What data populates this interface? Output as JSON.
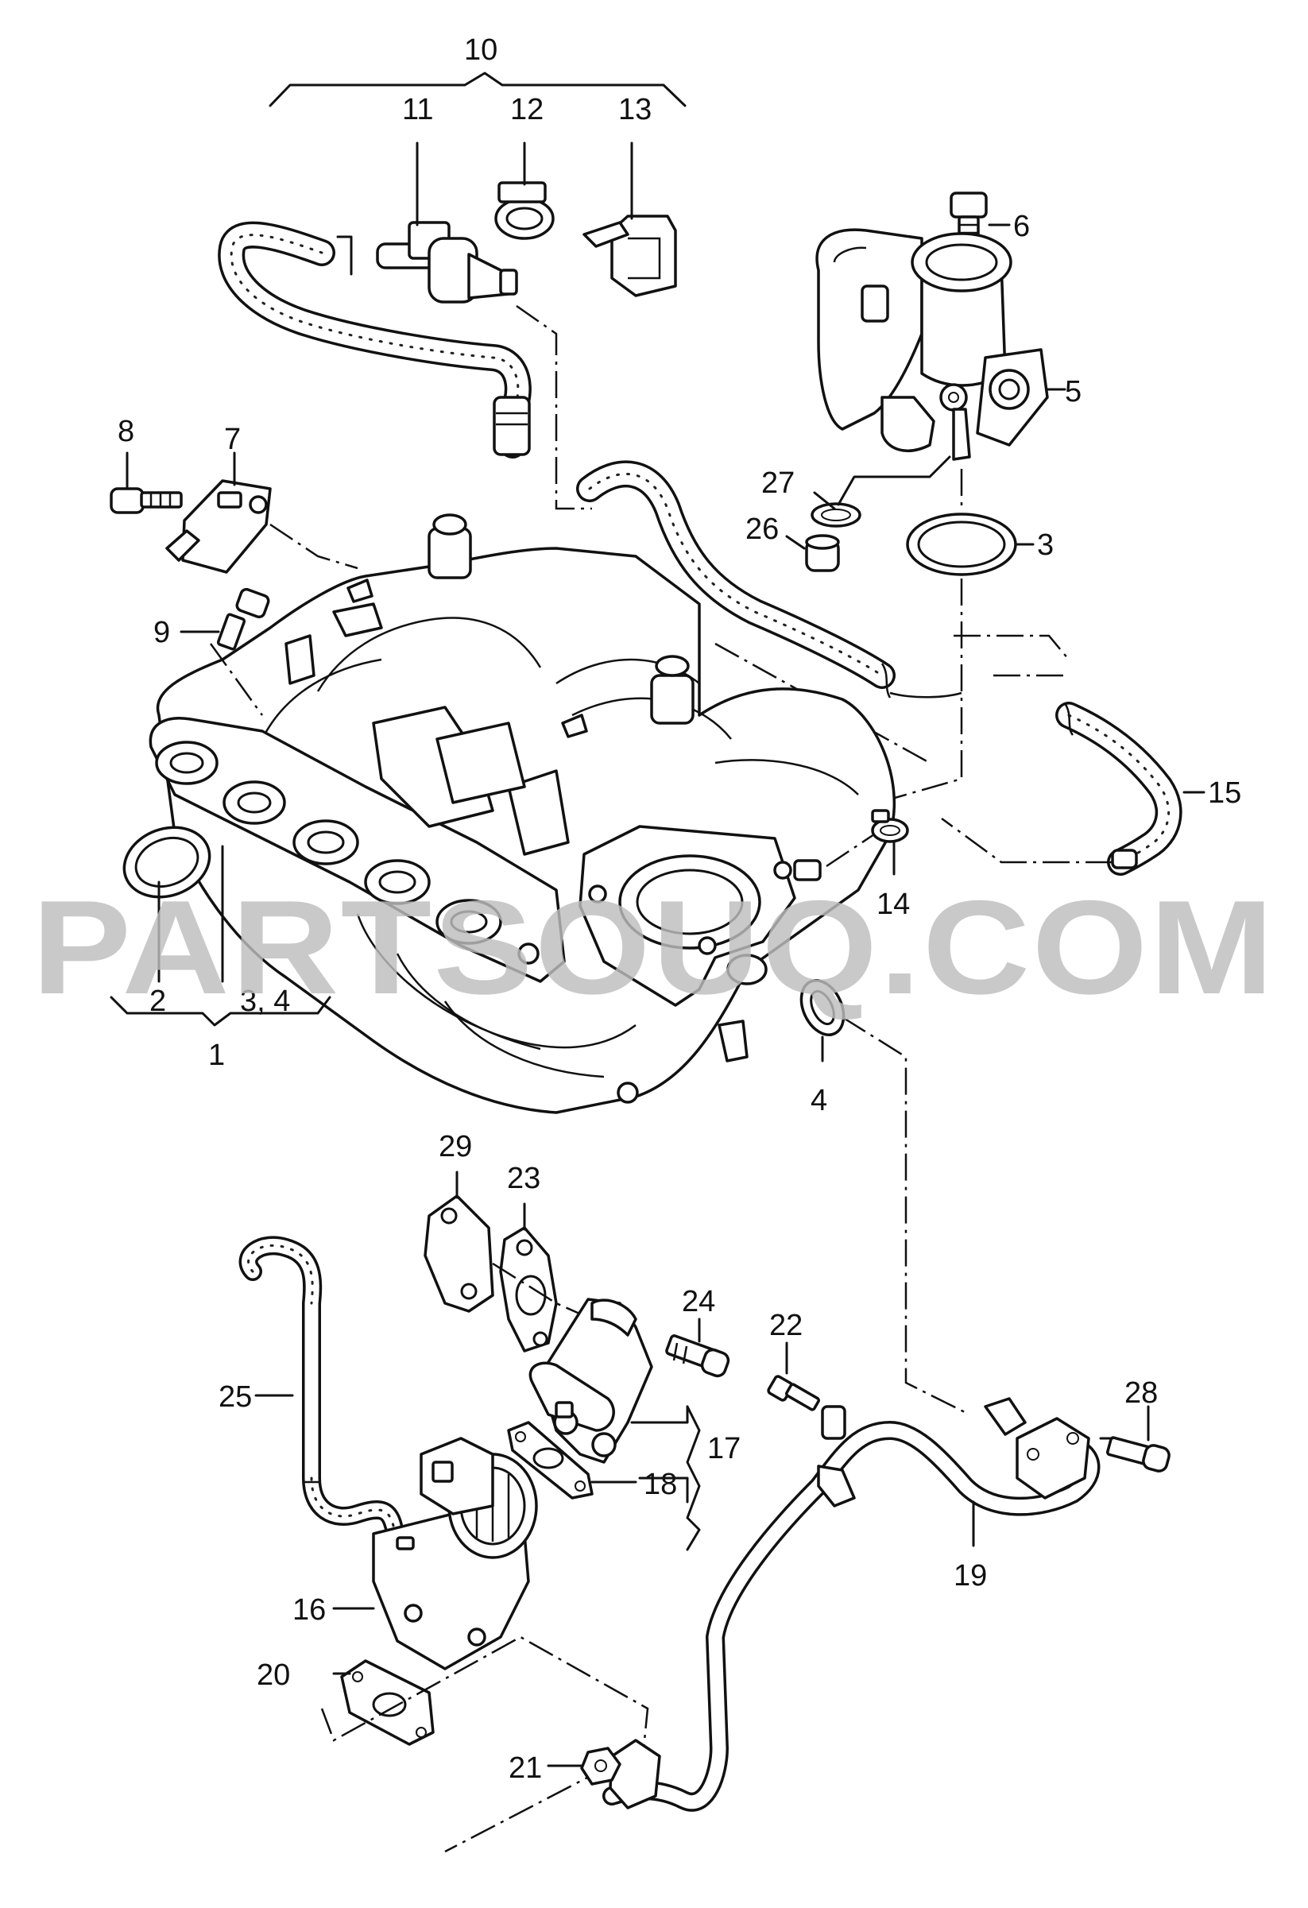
{
  "watermark": "PARTSOUQ.COM",
  "callouts": {
    "c1": "1",
    "c2": "2",
    "c3": "3",
    "c3_4": "3, 4",
    "c4": "4",
    "c5": "5",
    "c6": "6",
    "c7": "7",
    "c8": "8",
    "c9": "9",
    "c10": "10",
    "c11": "11",
    "c12": "12",
    "c13": "13",
    "c14": "14",
    "c15": "15",
    "c16": "16",
    "c17": "17",
    "c18": "18",
    "c19": "19",
    "c20": "20",
    "c21": "21",
    "c22": "22",
    "c23": "23",
    "c24": "24",
    "c25": "25",
    "c26": "26",
    "c27": "27",
    "c28": "28",
    "c29": "29"
  },
  "icons": {
    "intake_manifold": "intake-manifold-icon",
    "throttle_body": "throttle-body-icon",
    "valve": "valve-icon",
    "hose": "hose-icon",
    "pipe": "pipe-icon",
    "bolt": "bolt-icon",
    "gasket": "gasket-icon",
    "clamp": "hose-clamp-icon"
  }
}
